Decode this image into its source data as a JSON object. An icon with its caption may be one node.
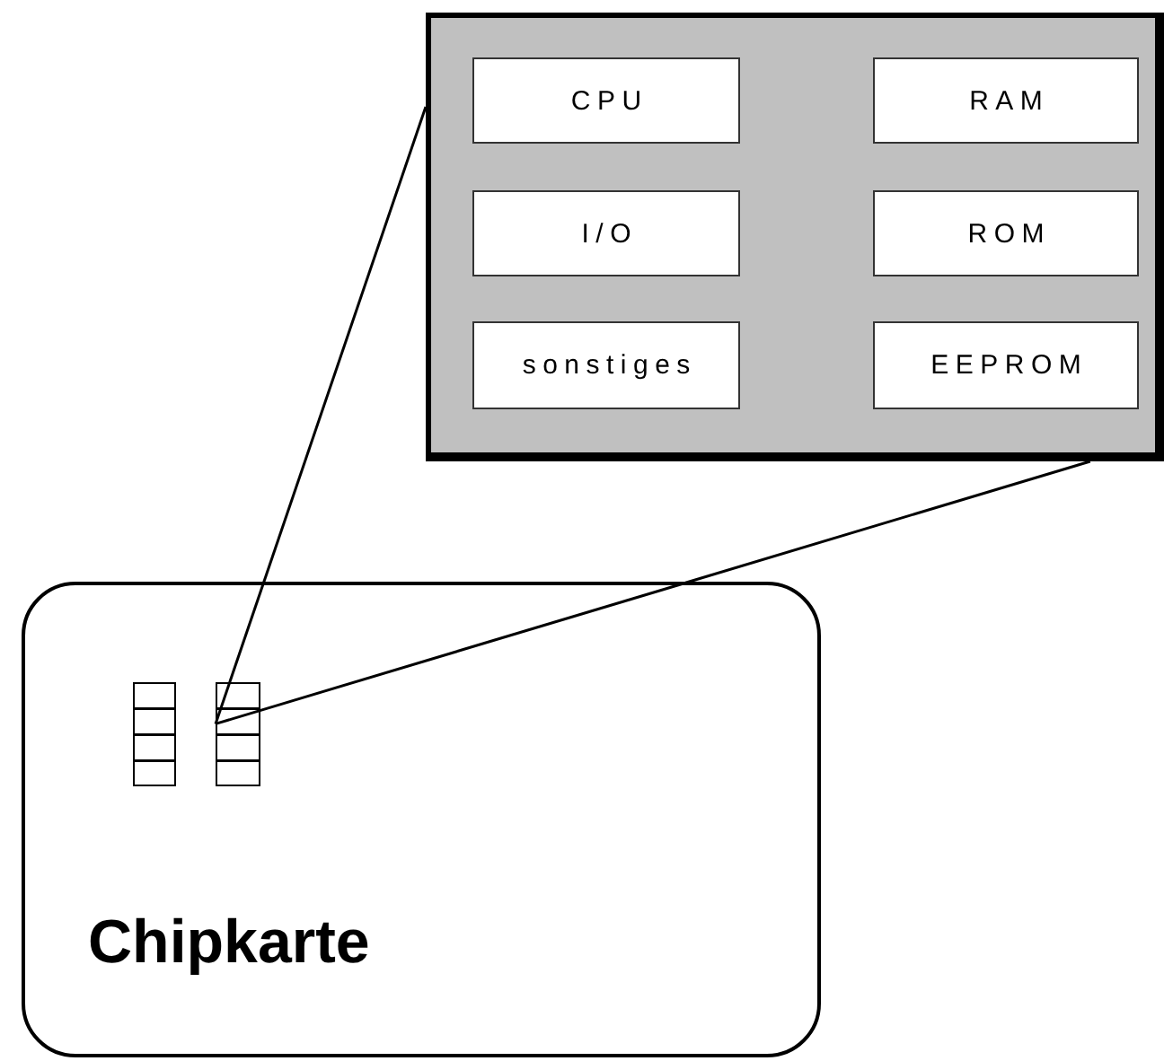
{
  "diagram": {
    "nodes": [
      {
        "text": [],
        "shape": "box"
      },
      {
        "text": [
          "CPU"
        ],
        "in": 0
      },
      {
        "text": [
          "RAM"
        ],
        "in": 0
      },
      {
        "text": [
          "I/O"
        ],
        "in": 0
      },
      {
        "text": [
          "ROM"
        ],
        "in": 0
      },
      {
        "text": [
          "sonstiges"
        ],
        "in": 0
      },
      {
        "text": [
          "EEPROM"
        ],
        "in": 0
      },
      {
        "text": [
          "Chipkarte"
        ]
      },
      {
        "text": [],
        "shape": "box",
        "in": 7
      },
      {
        "text": [],
        "shape": "box",
        "in": 7
      }
    ],
    "edges": [
      {
        "from": 9,
        "to": 0,
        "arrow": "none"
      },
      {
        "from": 9,
        "to": 0,
        "arrow": "none"
      }
    ]
  }
}
